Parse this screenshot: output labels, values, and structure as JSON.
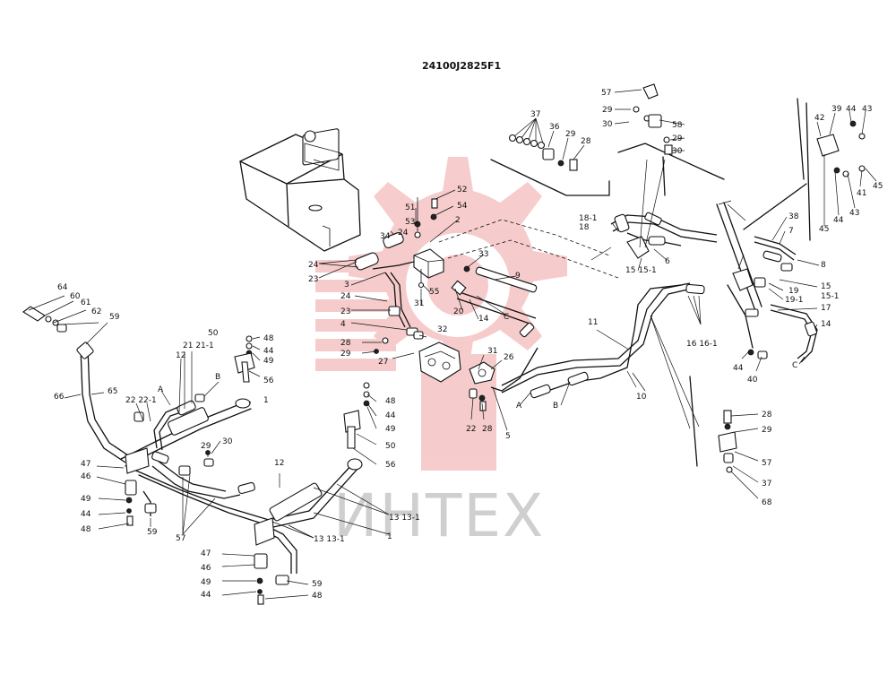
{
  "title": "24100J2825F1",
  "watermark": "ИНТЕХ",
  "colors": {
    "watermark_gear": "#f6c9c9",
    "ink": "#111111",
    "watermark_text": "#cfcfcf"
  },
  "labels": [
    {
      "t": "57"
    },
    {
      "t": "29"
    },
    {
      "t": "30"
    },
    {
      "t": "58"
    },
    {
      "t": "29"
    },
    {
      "t": "30"
    },
    {
      "t": "37"
    },
    {
      "t": "36"
    },
    {
      "t": "29"
    },
    {
      "t": "28"
    },
    {
      "t": "42"
    },
    {
      "t": "39"
    },
    {
      "t": "44"
    },
    {
      "t": "43"
    },
    {
      "t": "41"
    },
    {
      "t": "45"
    },
    {
      "t": "43"
    },
    {
      "t": "44"
    },
    {
      "t": "45"
    },
    {
      "t": "52"
    },
    {
      "t": "51"
    },
    {
      "t": "54"
    },
    {
      "t": "53"
    },
    {
      "t": "2"
    },
    {
      "t": "24"
    },
    {
      "t": "34"
    },
    {
      "t": "24"
    },
    {
      "t": "23"
    },
    {
      "t": "33"
    },
    {
      "t": "3"
    },
    {
      "t": "24"
    },
    {
      "t": "55"
    },
    {
      "t": "9"
    },
    {
      "t": "31"
    },
    {
      "t": "23"
    },
    {
      "t": "20"
    },
    {
      "t": "14"
    },
    {
      "t": "C"
    },
    {
      "t": "4"
    },
    {
      "t": "18-1"
    },
    {
      "t": "18"
    },
    {
      "t": "15 15-1"
    },
    {
      "t": "6"
    },
    {
      "t": "38"
    },
    {
      "t": "7"
    },
    {
      "t": "8"
    },
    {
      "t": "15"
    },
    {
      "t": "15-1"
    },
    {
      "t": "19"
    },
    {
      "t": "19-1"
    },
    {
      "t": "17"
    },
    {
      "t": "14"
    },
    {
      "t": "C"
    },
    {
      "t": "16 16-1"
    },
    {
      "t": "44"
    },
    {
      "t": "40"
    },
    {
      "t": "11"
    },
    {
      "t": "64"
    },
    {
      "t": "60"
    },
    {
      "t": "61"
    },
    {
      "t": "62"
    },
    {
      "t": "59"
    },
    {
      "t": "66"
    },
    {
      "t": "65"
    },
    {
      "t": "50"
    },
    {
      "t": "48"
    },
    {
      "t": "44"
    },
    {
      "t": "49"
    },
    {
      "t": "56"
    },
    {
      "t": "21 21-1"
    },
    {
      "t": "12"
    },
    {
      "t": "B"
    },
    {
      "t": "28"
    },
    {
      "t": "29"
    },
    {
      "t": "32"
    },
    {
      "t": "27"
    },
    {
      "t": "31"
    },
    {
      "t": "26"
    },
    {
      "t": "48"
    },
    {
      "t": "44"
    },
    {
      "t": "49"
    },
    {
      "t": "50"
    },
    {
      "t": "56"
    },
    {
      "t": "22"
    },
    {
      "t": "28"
    },
    {
      "t": "5"
    },
    {
      "t": "A"
    },
    {
      "t": "B"
    },
    {
      "t": "10"
    },
    {
      "t": "22 22-1"
    },
    {
      "t": "A"
    },
    {
      "t": "1"
    },
    {
      "t": "29"
    },
    {
      "t": "30"
    },
    {
      "t": "12"
    },
    {
      "t": "47"
    },
    {
      "t": "46"
    },
    {
      "t": "49"
    },
    {
      "t": "44"
    },
    {
      "t": "48"
    },
    {
      "t": "59"
    },
    {
      "t": "57"
    },
    {
      "t": "13 13-1"
    },
    {
      "t": "13 13-1"
    },
    {
      "t": "1"
    },
    {
      "t": "47"
    },
    {
      "t": "46"
    },
    {
      "t": "49"
    },
    {
      "t": "44"
    },
    {
      "t": "59"
    },
    {
      "t": "48"
    },
    {
      "t": "28"
    },
    {
      "t": "29"
    },
    {
      "t": "57"
    },
    {
      "t": "37"
    },
    {
      "t": "68"
    }
  ]
}
